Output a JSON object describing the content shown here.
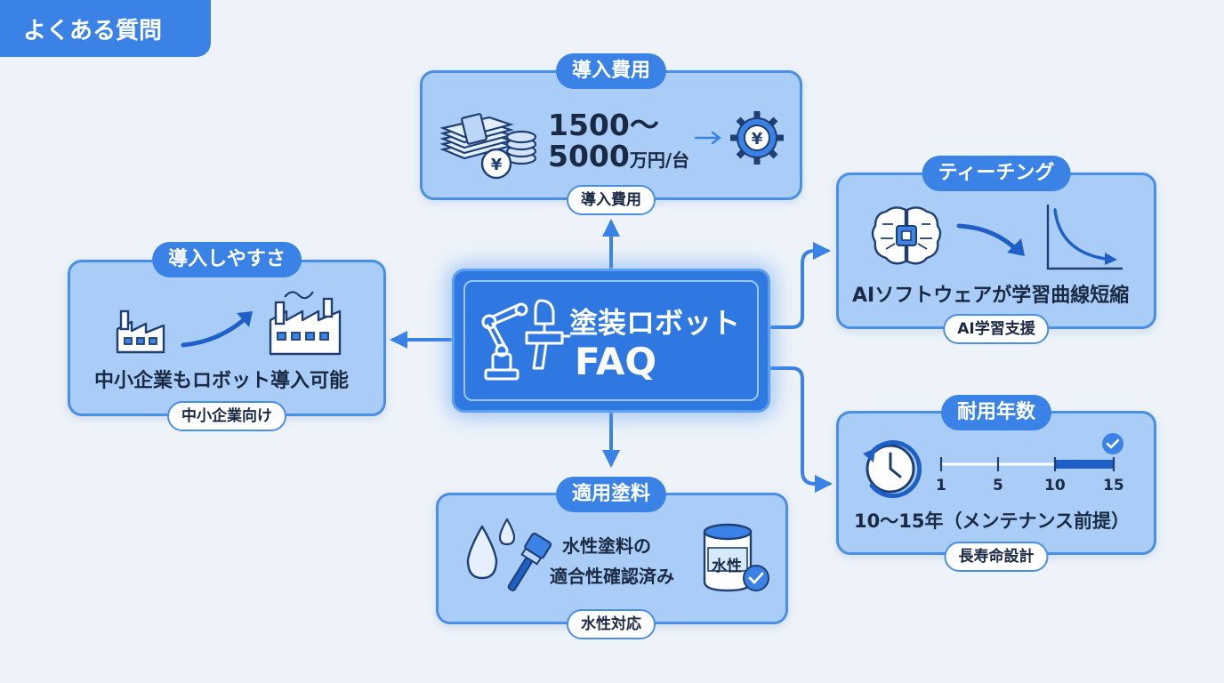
{
  "corner_label": "よくある質問",
  "center": {
    "title_line1": "塗装ロボット",
    "title_line2": "FAQ"
  },
  "cost": {
    "heading": "導入費用",
    "amount_line1": "1500～",
    "amount_line2": "5000",
    "unit": "万円/台",
    "tag": "導入費用"
  },
  "ease": {
    "heading": "導入しやすさ",
    "text": "中小企業もロボット導入可能",
    "tag": "中小企業向け"
  },
  "teaching": {
    "heading": "ティーチング",
    "text": "AIソフトウェアが学習曲線短縮",
    "tag": "AI学習支援"
  },
  "lifespan": {
    "heading": "耐用年数",
    "text": "10～15年（メンテナンス前提）",
    "tag": "長寿命設計",
    "scale_labels": [
      "1",
      "5",
      "10",
      "15"
    ]
  },
  "paint": {
    "heading": "適用塗料",
    "text_line1": "水性塗料の",
    "text_line2": "適合性確認済み",
    "can_label": "水性",
    "tag": "水性対応"
  },
  "colors": {
    "accent": "#3b82e6",
    "card_fill": "#a9cdf6",
    "card_border": "#4a8fe6",
    "center_fill": "#2f78e2",
    "background": "#eef3f9",
    "text_dark": "#1b2a44"
  },
  "icons": {
    "cost": [
      "money-stack-icon",
      "yen-coin-icon",
      "arrow-right-icon",
      "yen-gear-icon"
    ],
    "ease": [
      "small-factory-icon",
      "growth-arrow-icon",
      "large-factory-icon"
    ],
    "teaching": [
      "ai-brain-icon",
      "curved-arrow-icon",
      "learning-curve-icon"
    ],
    "lifespan": [
      "clock-icon",
      "check-badge-icon"
    ],
    "paint": [
      "water-drop-icon",
      "paint-brush-icon",
      "paint-can-icon"
    ],
    "center": [
      "robot-arm-icon",
      "spray-gun-icon"
    ]
  }
}
